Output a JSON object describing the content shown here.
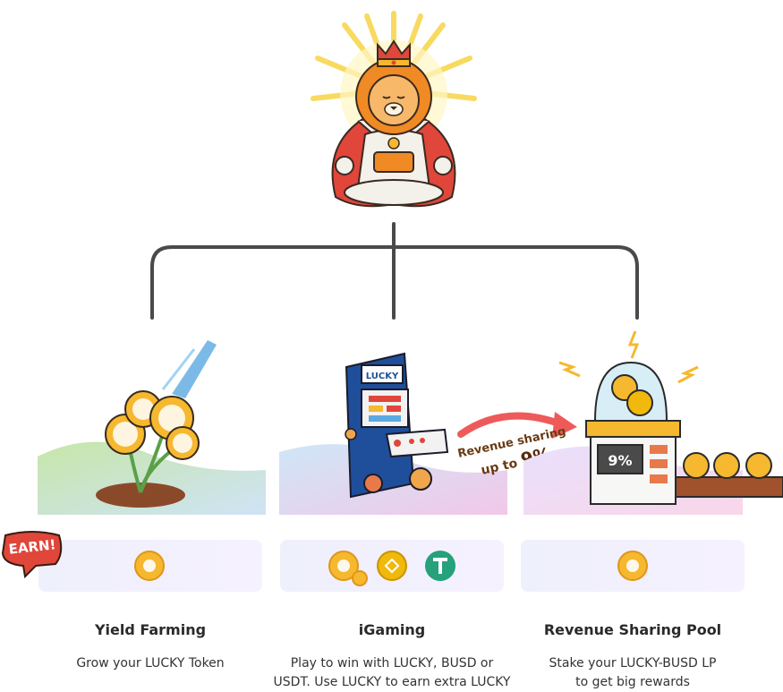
{
  "badge": {
    "earn_text": "EARN!"
  },
  "revenue_callout": {
    "line1": "Revenue sharing",
    "line2_prefix": "up to ",
    "line2_value": "9%"
  },
  "arcade": {
    "marquee": "LUCKY"
  },
  "pool_machine": {
    "display": "9%"
  },
  "columns": [
    {
      "title": "Yield Farming",
      "description": "Grow your LUCKY Token",
      "tokens": [
        "lucky-coin-icon"
      ]
    },
    {
      "title": "iGaming",
      "description_line1": "Play to win with LUCKY, BUSD or",
      "description_line2": "USDT. Use LUCKY to earn extra LUCKY",
      "tokens": [
        "lucky-coin-icon",
        "busd-coin-icon",
        "usdt-coin-icon"
      ]
    },
    {
      "title": "Revenue Sharing Pool",
      "description_line1": "Stake your LUCKY-BUSD LP",
      "description_line2": "to get big rewards",
      "tokens": [
        "lucky-coin-icon"
      ]
    }
  ],
  "colors": {
    "lucky_gold": "#f5b82e",
    "busd_yellow": "#f0b90b",
    "usdt_green": "#26a17b",
    "connector": "#4a4a4a",
    "lion_orange": "#f08a24",
    "cape_red": "#e0463a"
  }
}
